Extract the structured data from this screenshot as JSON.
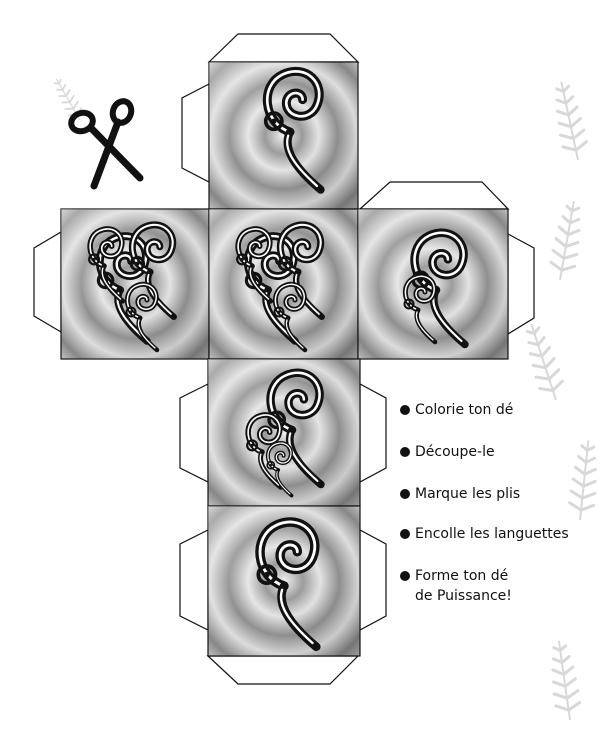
{
  "instructions": [
    {
      "text": "Colorie ton dé"
    },
    {
      "text": "Découpe-le"
    },
    {
      "text": "Marque les plis"
    },
    {
      "text": "Encolle les languettes"
    },
    {
      "text": "Forme ton dé\nde Puissance!"
    }
  ],
  "icons": {
    "scissors": "scissors-icon",
    "swirl": "swirl-icon",
    "leaf": "fern-leaf-icon"
  },
  "colors": {
    "outline": "#111111",
    "face_light": "#eeeeee",
    "face_dark": "#7a7a7a",
    "tab_fill": "#ffffff"
  }
}
